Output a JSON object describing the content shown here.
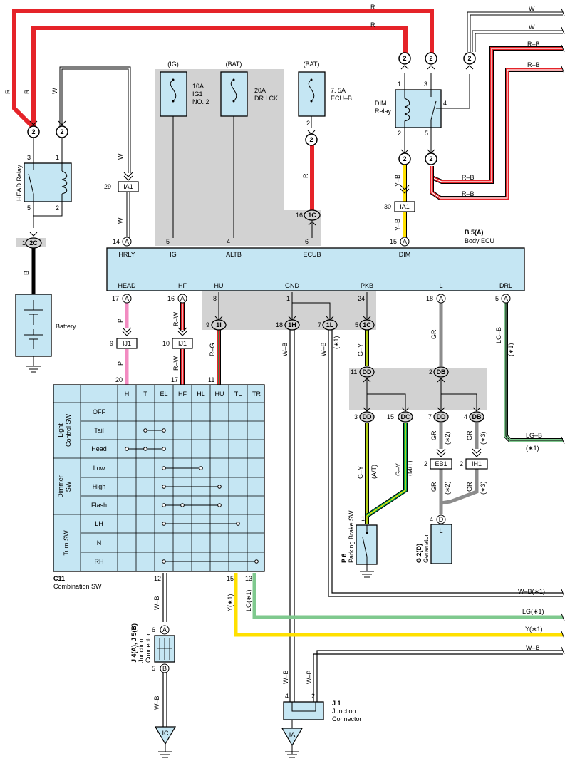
{
  "fuses": [
    {
      "source": "(IG)",
      "rating": "10A",
      "name1": "IG1",
      "name2": "NO. 2"
    },
    {
      "source": "(BAT)",
      "rating": "20A",
      "name1": "DR LCK",
      "name2": ""
    },
    {
      "source": "(BAT)",
      "rating": "7. 5A",
      "name1": "ECU–B",
      "name2": ""
    }
  ],
  "relays": {
    "head": {
      "name": "HEAD Relay",
      "pins": [
        "3",
        "1",
        "5",
        "2"
      ]
    },
    "dim": {
      "name1": "DIM",
      "name2": "Relay",
      "pins": [
        "1",
        "3",
        "4",
        "2",
        "5"
      ]
    }
  },
  "ecu": {
    "code": "B 5(A)",
    "name": "Body ECU",
    "top_terminals": [
      {
        "label": "HRLY",
        "pin": "14",
        "conn": "A"
      },
      {
        "label": "IG",
        "pin": "5"
      },
      {
        "label": "ALTB",
        "pin": "4"
      },
      {
        "label": "ECUB",
        "pin": "6"
      },
      {
        "label": "DIM",
        "pin": "15",
        "conn": "A"
      }
    ],
    "bottom_terminals": [
      {
        "label": "HEAD",
        "pin": "17",
        "conn": "A"
      },
      {
        "label": "HF",
        "pin": "16",
        "conn": "A"
      },
      {
        "label": "HU",
        "pin": "8"
      },
      {
        "label": "GND",
        "pin": "1"
      },
      {
        "label": "PKB",
        "pin": "24"
      },
      {
        "label": "L",
        "pin": "18",
        "conn": "A"
      },
      {
        "label": "DRL",
        "pin": "5",
        "conn": "A"
      }
    ]
  },
  "connectors": {
    "c2": "2",
    "c2c": "2C",
    "c1c": "1C",
    "c1i": "1I",
    "c1h": "1H",
    "c1l": "1L",
    "cdd": "DD",
    "cdb": "DB",
    "cdc": "DC",
    "ia1": "IA1",
    "ij1": "IJ1",
    "eb1": "EB1",
    "ih1": "IH1",
    "pin1": "1",
    "pin2": "2",
    "pin3": "3",
    "pin4": "4",
    "pin5": "5",
    "pin6": "6",
    "pin7": "7",
    "pin9": "9",
    "pin10": "10",
    "pin11": "11",
    "pin12": "12",
    "pin13": "13",
    "pin15": "15",
    "pin16": "16",
    "pin17": "17",
    "pin18": "18",
    "pin20": "20",
    "pin24": "24",
    "pin29": "29",
    "pin30": "30",
    "connA": "A",
    "connB": "B",
    "connD": "D"
  },
  "wires": {
    "R": "R",
    "W": "W",
    "RB": "R–B",
    "YB": "Y–B",
    "B": "B",
    "P": "P",
    "RW": "R–W",
    "RG": "R–G",
    "WB": "W–B",
    "GY": "G–Y",
    "GR": "GR",
    "LGB": "LG–B",
    "Y1": "Y(∗1)",
    "LG1": "LG(∗1)",
    "WB1": "W–B(∗1)",
    "n1": "(∗1)",
    "n2": "(∗2)",
    "n3": "(∗3)",
    "at": "(A/T)",
    "mt": "(M/T)"
  },
  "switch": {
    "code": "C11",
    "name": "Combination SW",
    "columns": [
      "H",
      "T",
      "EL",
      "HF",
      "HL",
      "HU",
      "TL",
      "TR"
    ],
    "column_pins": {
      "H": "20",
      "HF": "17",
      "HU": "11",
      "TL": "15",
      "TR": "13",
      "EL": "12"
    },
    "groups": [
      {
        "name1": "Light",
        "name2": "Control SW",
        "rows": [
          "OFF",
          "Tail",
          "Head"
        ]
      },
      {
        "name1": "Dimmer",
        "name2": "SW",
        "rows": [
          "Low",
          "High",
          "Flash"
        ]
      },
      {
        "name1": "Turn SW",
        "name2": "",
        "rows": [
          "LH",
          "N",
          "RH"
        ]
      }
    ]
  },
  "components": {
    "battery": "Battery",
    "pbrake_code": "P 6",
    "pbrake_name": "Parking Brake SW",
    "gen_code": "G 2(D)",
    "gen_name": "Generator",
    "gen_terminal": "L",
    "jc_code": "J 4(A), J 5(B)",
    "jc_name1": "Junction",
    "jc_name2": "Connector",
    "j1_code": "J 1",
    "j1_name1": "Junction",
    "j1_name2": "Connector",
    "ground_ic": "IC",
    "ground_ia": "IA"
  },
  "colors": {
    "red": "#e52329",
    "pink": "#f28bc1",
    "yellow": "#ffe000",
    "green": "#00a650",
    "lightgreen": "#7fc98e",
    "gray": "#8c8c8c",
    "component": "#c5e6f3",
    "shade": "#d2d2d2"
  }
}
